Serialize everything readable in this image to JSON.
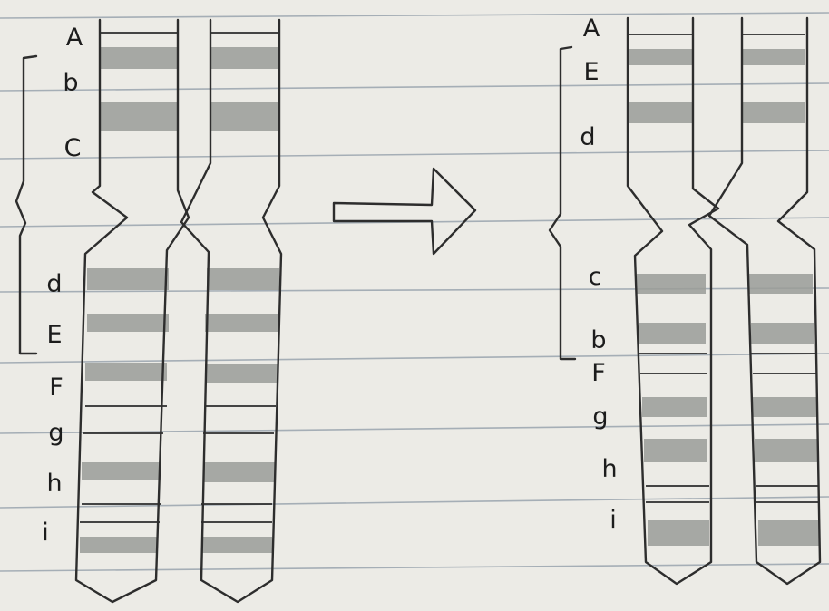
{
  "diagram": {
    "before_labels": [
      "A",
      "b",
      "C",
      "d",
      "E",
      "F",
      "g",
      "h",
      "i"
    ],
    "after_labels": [
      "A",
      "E",
      "d",
      "c",
      "b",
      "F",
      "g",
      "h",
      "i"
    ],
    "colors": {
      "paper": "#ecebe6",
      "ruled_line": "#8e9aa6",
      "ink": "#2d2d2d",
      "band_shade": "#9a9c98"
    }
  }
}
